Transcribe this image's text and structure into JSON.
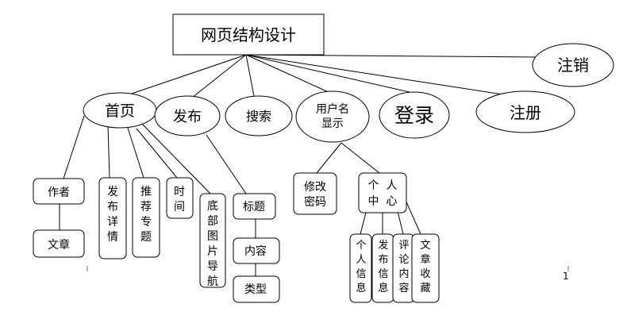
{
  "diagram": {
    "root": "网页结构设计",
    "top_level": [
      {
        "id": "home",
        "label": "首页"
      },
      {
        "id": "publish",
        "label": "发布"
      },
      {
        "id": "search",
        "label": "搜索"
      },
      {
        "id": "username",
        "label": "用户名显示",
        "lines": [
          "用户名",
          "显示"
        ]
      },
      {
        "id": "login",
        "label": "登录"
      },
      {
        "id": "register",
        "label": "注册"
      },
      {
        "id": "logout",
        "label": "注销"
      }
    ],
    "home_children": {
      "author": "作者",
      "article": "文章",
      "publish_detail": "发布详情",
      "recommend_topic": "推荐专题",
      "time": "时间",
      "bottom_image_nav": "底部图片导航"
    },
    "publish_children": {
      "title": "标题",
      "content": "内容",
      "type": "类型"
    },
    "user_children": {
      "change_password": "修改密码",
      "change_password_lines": [
        "修改",
        "密码"
      ],
      "personal_center": "个人中心",
      "personal_center_lines": [
        "个  人",
        "中  心"
      ]
    },
    "personal_center_children": {
      "personal_info": "个人信息",
      "publish_info": "发布信息",
      "comment_content": "评论内容",
      "article_favorites": "文章收藏"
    },
    "page_number": "1"
  }
}
